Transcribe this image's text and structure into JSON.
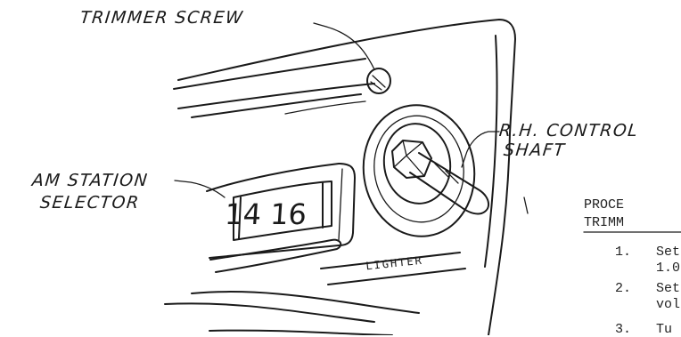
{
  "labels": {
    "trimmer_screw": "TRIMMER SCREW",
    "control_shaft_line1": "R.H. CONTROL",
    "control_shaft_line2": "SHAFT",
    "station_selector_line1": "AM STATION",
    "station_selector_line2": "SELECTOR"
  },
  "dial_reading": "14 16",
  "panel_text": "LIGHTER",
  "procedure": {
    "title_line1": "PROCE",
    "title_line2": "TRIMM",
    "steps": [
      {
        "num": "1.",
        "text": "Set",
        "cont": "1.0"
      },
      {
        "num": "2.",
        "text": "Set",
        "cont": "vol"
      },
      {
        "num": "3.",
        "text": "Tu",
        "cont": ""
      }
    ]
  }
}
